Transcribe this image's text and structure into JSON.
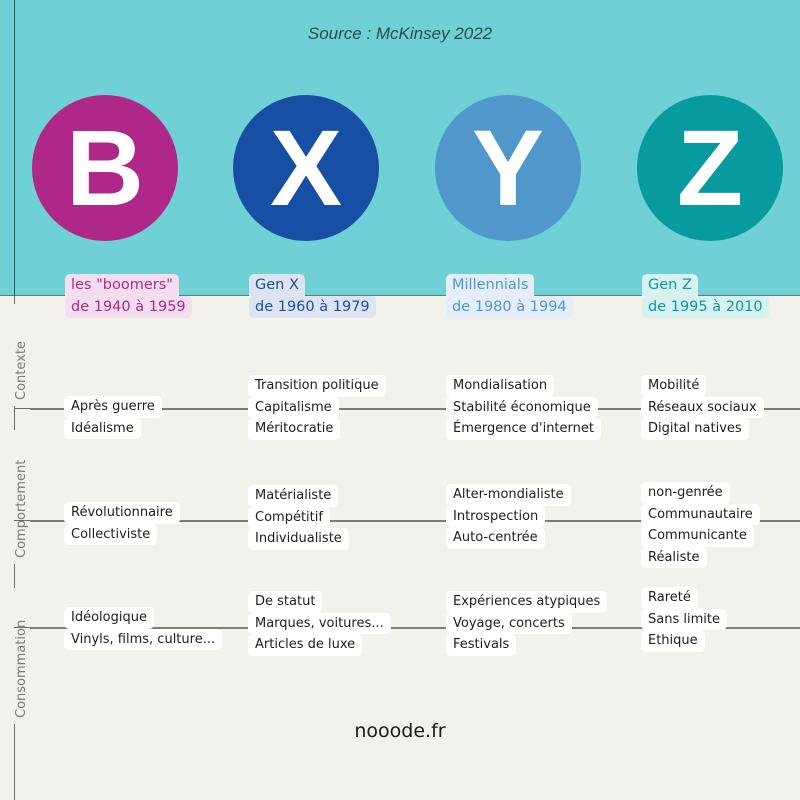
{
  "source": "Source : McKinsey 2022",
  "generations": [
    {
      "letter": "B",
      "name": "les \"boomers\"",
      "years": "de 1940 à 1959",
      "color": "#b0278a",
      "label_color": "#b0278a",
      "label_bg": "#f3def0"
    },
    {
      "letter": "X",
      "name": "Gen X",
      "years": "de 1960 à 1979",
      "color": "#174fa4",
      "label_color": "#1c4fa2",
      "label_bg": "#dce4f1"
    },
    {
      "letter": "Y",
      "name": "Millennials",
      "years": "de 1980 à 1994",
      "color": "#5097cb",
      "label_color": "#5097cb",
      "label_bg": "#e4eef8"
    },
    {
      "letter": "Z",
      "name": "Gen Z",
      "years": "de 1995 à 2010",
      "color": "#079a9f",
      "label_color": "#0e9a9d",
      "label_bg": "#d5f1f0"
    }
  ],
  "rows": [
    {
      "label": "Contexte",
      "cells": [
        [
          "Après guerre",
          "Idéalisme"
        ],
        [
          "Transition politique",
          "Capitalisme",
          "Méritocratie"
        ],
        [
          "Mondialisation",
          "Stabilité économique",
          "Émergence d'internet"
        ],
        [
          "Mobilité",
          "Réseaux sociaux",
          "Digital natives"
        ]
      ]
    },
    {
      "label": "Comportement",
      "cells": [
        [
          "Révolutionnaire",
          "Collectiviste"
        ],
        [
          "Matérialiste",
          "Compétitif",
          "Individualiste"
        ],
        [
          "Alter-mondialiste",
          "Introspection",
          "Auto-centrée"
        ],
        [
          "non-genrée",
          "Communautaire",
          "Communicante",
          "Réaliste"
        ]
      ]
    },
    {
      "label": "Consommation",
      "cells": [
        [
          "Idéologique",
          "Vinyls, films, culture..."
        ],
        [
          "De statut",
          "Marques, voitures...",
          "Articles de luxe"
        ],
        [
          "Expériences atypiques",
          "Voyage, concerts",
          "Festivals"
        ],
        [
          "Rareté",
          "Sans limite",
          "Ethique"
        ]
      ]
    }
  ],
  "footer": "nooode.fr",
  "colors": {
    "top_bg": "#6fd0d6",
    "body_bg": "#f2f1eb"
  }
}
